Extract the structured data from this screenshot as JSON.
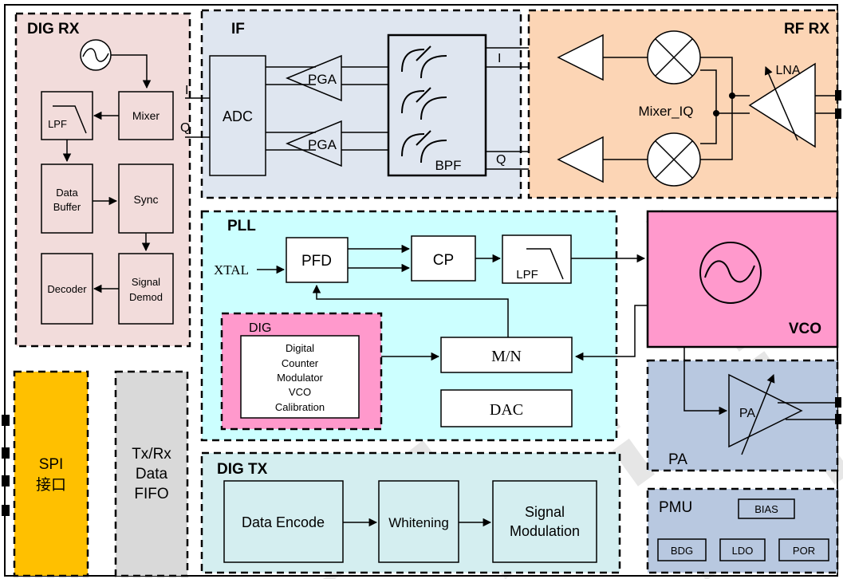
{
  "blocks": {
    "dig_rx": {
      "title": "DIG RX",
      "mixer": "Mixer",
      "lpf": "LPF",
      "data_buffer": [
        "Data",
        "Buffer"
      ],
      "sync": "Sync",
      "decoder": "Decoder",
      "signal_demod": [
        "Signal",
        "Demod"
      ],
      "i": "I",
      "q": "Q"
    },
    "if": {
      "title": "IF",
      "adc": "ADC",
      "pga": "PGA",
      "bpf": "BPF",
      "i": "I",
      "q": "Q"
    },
    "rf_rx": {
      "title": "RF RX",
      "lna": "LNA",
      "mixer_iq": "Mixer_IQ"
    },
    "pll": {
      "title": "PLL",
      "xtal": "XTAL",
      "pfd": "PFD",
      "cp": "CP",
      "lpf": "LPF",
      "mn": "M/N",
      "dac": "DAC",
      "dig_title": "DIG",
      "dig_lines": [
        "Digital",
        "Counter",
        "Modulator",
        "VCO",
        "Calibration"
      ]
    },
    "vco": {
      "title": "VCO"
    },
    "pa": {
      "title": "PA",
      "amp": "PA"
    },
    "spi": {
      "line1": "SPI",
      "line2": "接口"
    },
    "fifo": {
      "lines": [
        "Tx/Rx",
        "Data",
        "FIFO"
      ]
    },
    "dig_tx": {
      "title": "DIG TX",
      "data_encode": "Data Encode",
      "whitening": "Whitening",
      "signal_modulation": [
        "Signal",
        "Modulation"
      ]
    },
    "pmu": {
      "title": "PMU",
      "bias": "BIAS",
      "bdg": "BDG",
      "ldo": "LDO",
      "por": "POR"
    }
  },
  "colors": {
    "dig_rx": "#f2dcdb",
    "if": "#dfe6f0",
    "rf_rx": "#fcd5b5",
    "pll": "#ccffff",
    "dig_pink": "#ff99cc",
    "vco": "#ff99cc",
    "pa": "#b8c8e0",
    "spi": "#ffc000",
    "fifo": "#d9d9d9",
    "dig_tx": "#d4eef0",
    "pmu": "#b8c8e0"
  }
}
